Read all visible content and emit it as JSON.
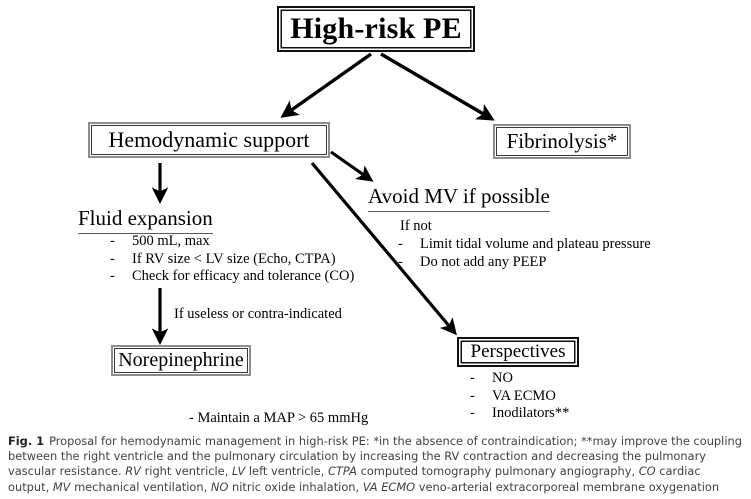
{
  "figure": {
    "title_box": "High-risk PE",
    "nodes": {
      "hemodynamic_support": "Hemodynamic  support",
      "fibrinolysis": "Fibrinolysis*",
      "norepinephrine": "Norepinephrine",
      "perspectives": "Perspectives"
    },
    "headings": {
      "fluid_expansion": "Fluid expansion",
      "avoid_mv": "Avoid MV if possible"
    },
    "fluid_expansion_items": [
      "500 mL, max",
      "If RV size < LV size (Echo, CTPA)",
      "Check for efficacy and tolerance (CO)"
    ],
    "avoid_mv_intro": "If not",
    "avoid_mv_items": [
      "Limit tidal volume and plateau pressure",
      "Do not add any PEEP"
    ],
    "perspectives_items": [
      "NO",
      "VA ECMO",
      "Inodilators**"
    ],
    "edge_labels": {
      "if_useless": "If useless or contra-indicated",
      "maintain_map": "- Maintain a MAP > 65 mmHg"
    },
    "bullet_dash": "-"
  },
  "caption": {
    "fig_label": "Fig. 1",
    "part1": "Proposal for hemodynamic management in high-risk PE: *in the absence of contraindication; **may improve the coupling between the right ventricle and the pulmonary circulation by increasing the RV contraction and decreasing the pulmonary vascular resistance.",
    "abbr_rv": "RV",
    "def_rv": "right ventricle,",
    "abbr_lv": "LV",
    "def_lv": "left ventricle,",
    "abbr_ctpa": "CTPA",
    "def_ctpa": "computed tomography pulmonary angiography,",
    "abbr_co": "CO",
    "def_co": "cardiac output,",
    "abbr_mv": "MV",
    "def_mv": "mechanical ventilation,",
    "abbr_no": "NO",
    "def_no": "nitric oxide inhalation,",
    "abbr_va": "VA",
    "abbr_ecmo": "ECMO",
    "def_vaecmo": "veno-arterial extracorporeal membrane oxygenation"
  },
  "colors": {
    "ink": "#000000",
    "grey_border": "#8d8d8d",
    "caption_text": "#3f3f46",
    "background": "#ffffff"
  }
}
